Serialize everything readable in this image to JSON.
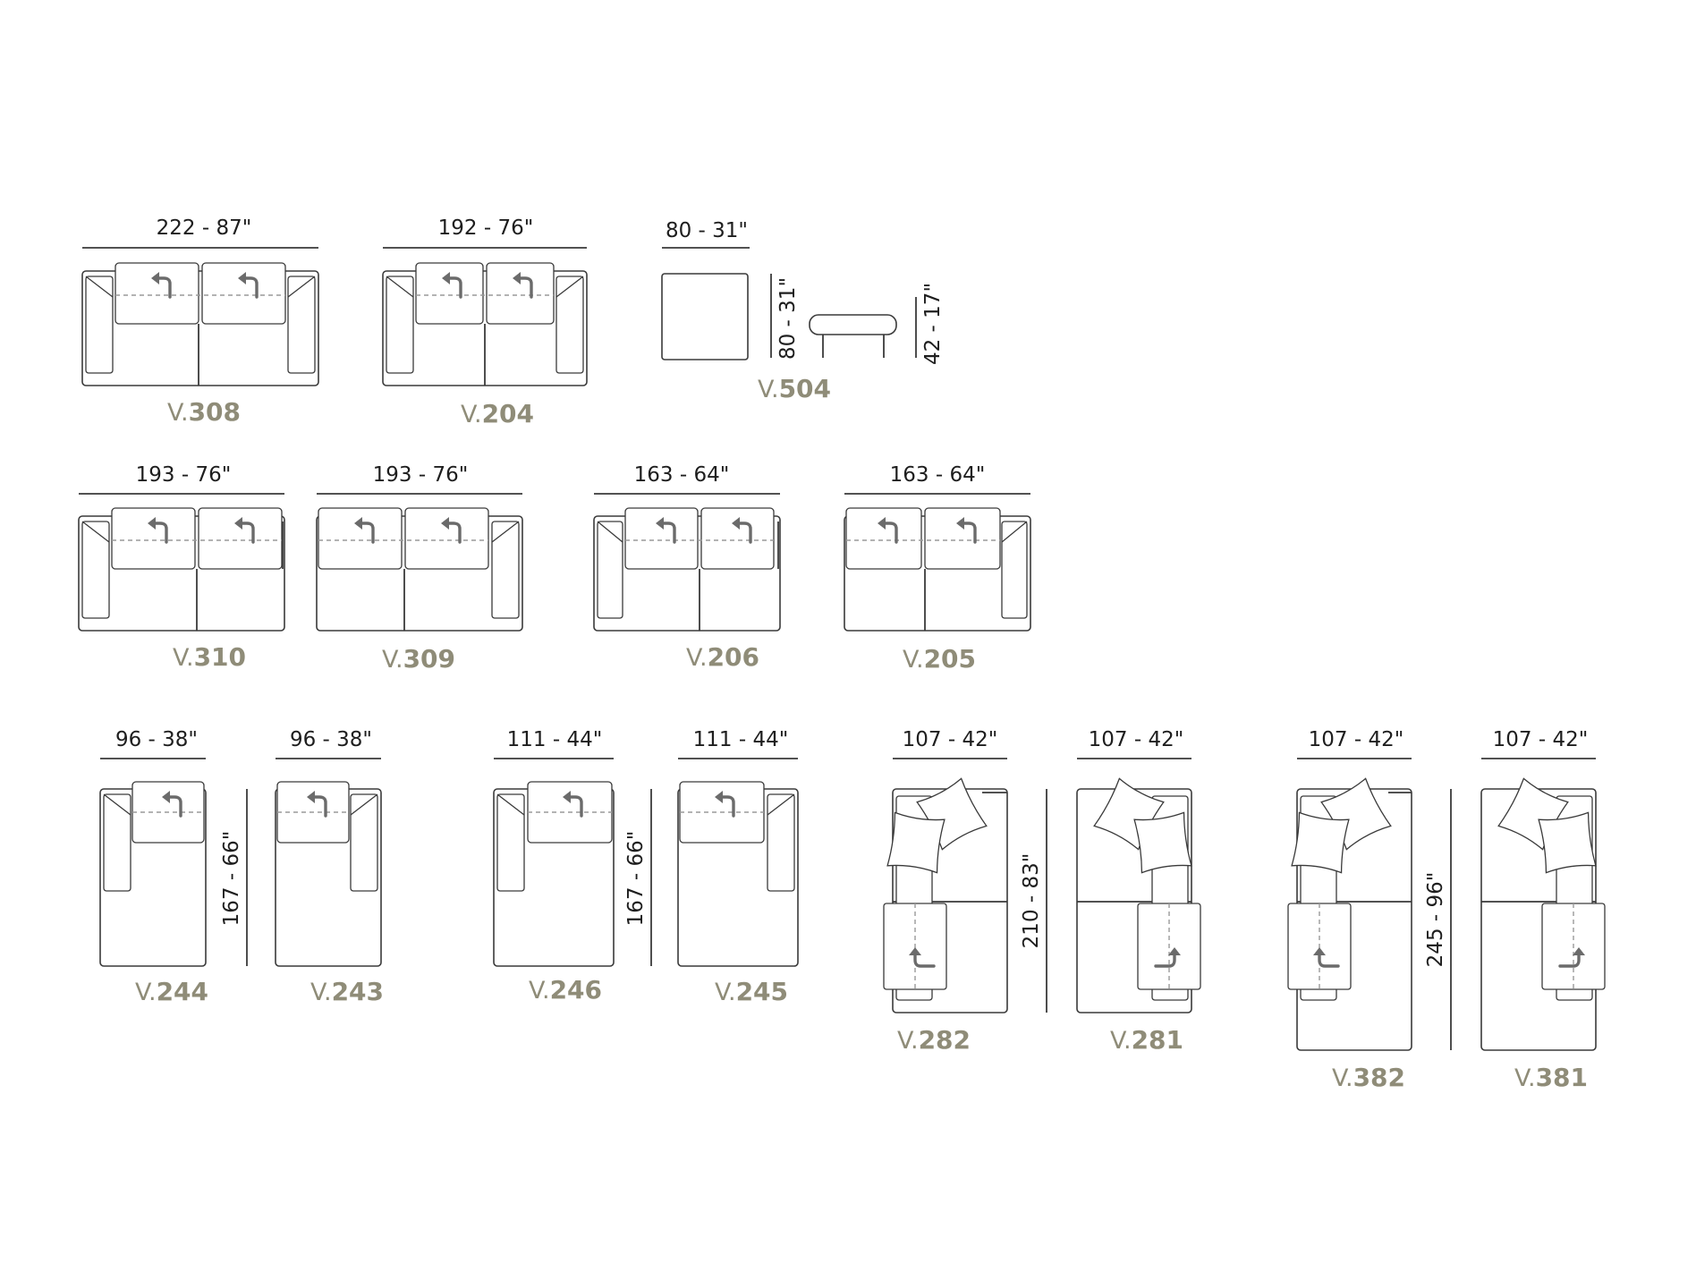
{
  "colors": {
    "line": "#3a3a3a",
    "code": "#8f8c78",
    "text": "#1e1e1e",
    "arrow": "#6b6b6b"
  },
  "code_prefix": "V.",
  "items": [
    {
      "code": "308",
      "width_dim": "222 - 87\""
    },
    {
      "code": "204",
      "width_dim": "192 - 76\""
    },
    {
      "code": "504",
      "width_dim": "80 - 31\"",
      "depth_dim": "80 - 31\"",
      "height_dim": "42 - 17\""
    },
    {
      "code": "310",
      "width_dim": "193 - 76\""
    },
    {
      "code": "309",
      "width_dim": "193 - 76\""
    },
    {
      "code": "206",
      "width_dim": "163 - 64\""
    },
    {
      "code": "205",
      "width_dim": "163 - 64\""
    },
    {
      "code": "244",
      "width_dim": "96 - 38\""
    },
    {
      "code": "243",
      "width_dim": "96 - 38\""
    },
    {
      "code": "246",
      "width_dim": "111 - 44\""
    },
    {
      "code": "245",
      "width_dim": "111 - 44\""
    },
    {
      "code": "282",
      "width_dim": "107 - 42\""
    },
    {
      "code": "281",
      "width_dim": "107 - 42\""
    },
    {
      "code": "382",
      "width_dim": "107 - 42\""
    },
    {
      "code": "381",
      "width_dim": "107 - 42\""
    }
  ],
  "depth_dims": {
    "chaise_96": "167 - 66\"",
    "chaise_111": "167 - 66\"",
    "corner_282": "210 - 83\"",
    "corner_382": "245 - 96\""
  }
}
